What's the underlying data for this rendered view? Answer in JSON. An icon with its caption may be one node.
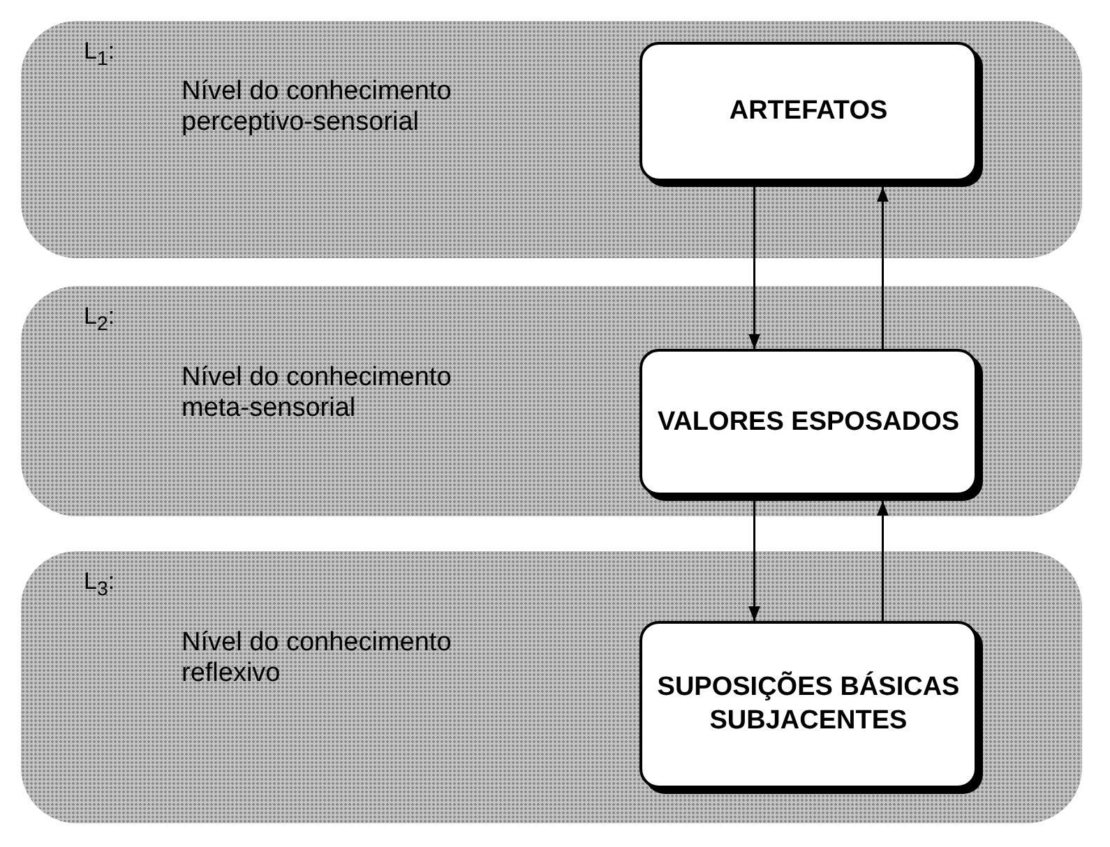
{
  "diagram": {
    "nodes": [
      {
        "text": [
          "L$_{1}$:",
          "Nível do conhecimento perceptivo-sensorial"
        ]
      },
      {
        "text": [
          "ARTEFATOS"
        ],
        "in": 0
      },
      {
        "text": [
          "L$_{2}$:",
          "Nível do conhecimento meta-sensorial"
        ]
      },
      {
        "text": [
          "VALORES ESPOSADOS"
        ],
        "in": 2
      },
      {
        "text": [
          "L$_{3}$:",
          "Nível do conhecimento reflexivo"
        ]
      },
      {
        "text": [
          "SUPOSIÇÕES BÁSICAS SUBJACENTES"
        ],
        "in": 4
      }
    ],
    "edges": [
      {
        "from": 1,
        "to": 3,
        "arrow": "to"
      },
      {
        "from": 3,
        "to": 1,
        "arrow": "to"
      },
      {
        "from": 3,
        "to": 5,
        "arrow": "to"
      },
      {
        "from": 5,
        "to": 3,
        "arrow": "to"
      }
    ]
  }
}
